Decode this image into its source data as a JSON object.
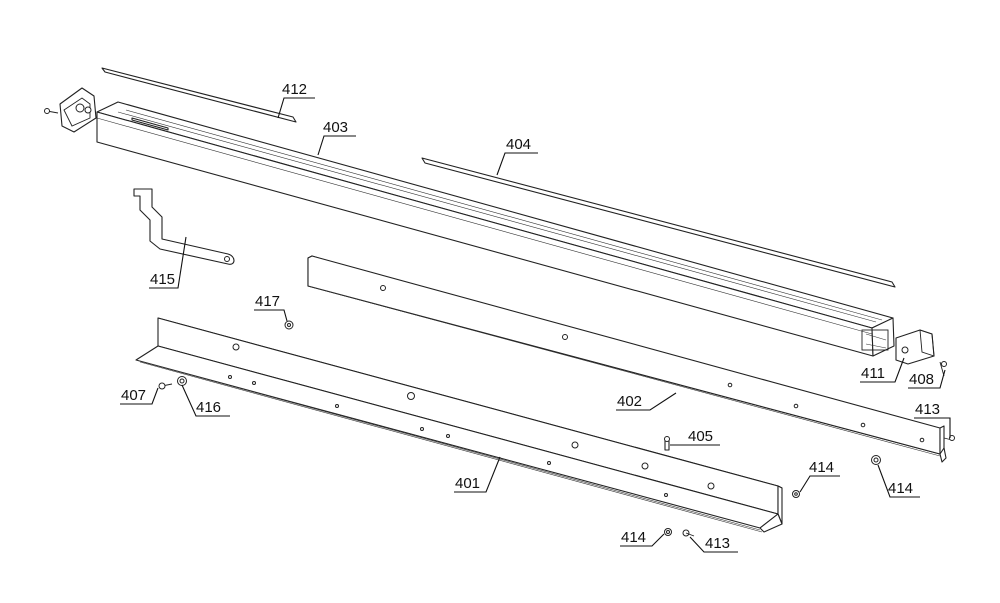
{
  "callouts": [
    {
      "id": "c412",
      "text": "412"
    },
    {
      "id": "c403",
      "text": "403"
    },
    {
      "id": "c404",
      "text": "404"
    },
    {
      "id": "c415",
      "text": "415"
    },
    {
      "id": "c417",
      "text": "417"
    },
    {
      "id": "c407",
      "text": "407"
    },
    {
      "id": "c416",
      "text": "416"
    },
    {
      "id": "c402",
      "text": "402"
    },
    {
      "id": "c405",
      "text": "405"
    },
    {
      "id": "c401",
      "text": "401"
    },
    {
      "id": "c411",
      "text": "411"
    },
    {
      "id": "c408",
      "text": "408"
    },
    {
      "id": "c413a",
      "text": "413"
    },
    {
      "id": "c414a",
      "text": "414"
    },
    {
      "id": "c414b",
      "text": "414"
    },
    {
      "id": "c414c",
      "text": "414"
    },
    {
      "id": "c413b",
      "text": "413"
    }
  ]
}
